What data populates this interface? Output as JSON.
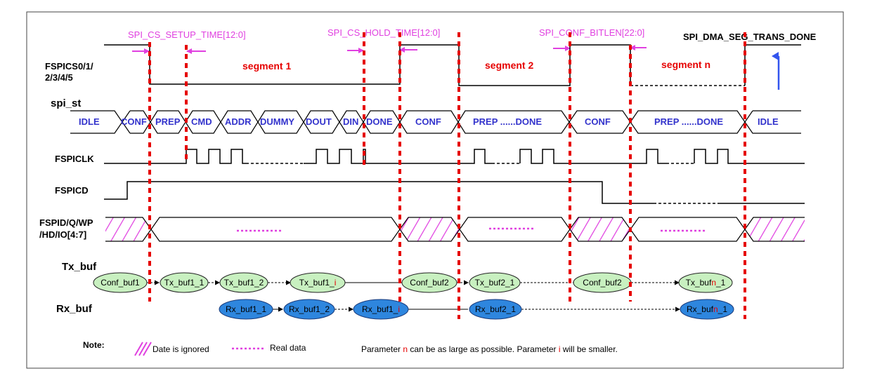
{
  "params": {
    "setup": "SPI_CS_SETUP_TIME[12:0]",
    "hold": "SPI_CS_HOLD_TIME[12:0]",
    "bitlen": "SPI_CONF_BITLEN[22:0]",
    "dma_done": "SPI_DMA_SEG_TRANS_DONE"
  },
  "segments": {
    "s1": "segment 1",
    "s2": "segment 2",
    "sn": "segment n"
  },
  "signals": {
    "cs_line1": "FSPICS0/1/",
    "cs_line2": "2/3/4/5",
    "spi_st": "spi_st",
    "clk": "FSPICLK",
    "cd": "FSPICD",
    "data_line1": "FSPID/Q/WP",
    "data_line2": "/HD/IO[4:7]",
    "tx_buf": "Tx_buf",
    "rx_buf": "Rx_buf"
  },
  "states": {
    "idle1": "IDLE",
    "conf1": "CONF",
    "prep1": "PREP",
    "cmd": "CMD",
    "addr": "ADDR",
    "dummy": "DUMMY",
    "dout": "DOUT",
    "din": "DIN",
    "done1": "DONE",
    "conf2": "CONF",
    "prepdone2": "PREP ......DONE",
    "conf3": "CONF",
    "prepdone3": "PREP ......DONE",
    "idle2": "IDLE"
  },
  "tx": {
    "conf_buf1": "Conf_buf1",
    "tx_buf1_1": "Tx_buf1_1",
    "tx_buf1_2": "Tx_buf1_2",
    "tx_buf1_i_base": "Tx_buf1_",
    "tx_buf1_i_sub": "i",
    "conf_buf2a": "Conf_buf2",
    "tx_buf2_1": "Tx_buf2_1",
    "conf_buf2b": "Conf_buf2",
    "tx_bufn_1_a": "Tx_buf",
    "tx_bufn_1_n": "n",
    "tx_bufn_1_b": "_1"
  },
  "rx": {
    "rx_buf1_1": "Rx_buf1_1",
    "rx_buf1_2": "Rx_buf1_2",
    "rx_buf1_i_base": "Rx_buf1_",
    "rx_buf1_i_sub": "i",
    "rx_buf2_1": "Rx_buf2_1",
    "rx_bufn_1_a": "Rx_buf",
    "rx_bufn_1_n": "n",
    "rx_bufn_1_b": "_1"
  },
  "note": {
    "label": "Note:",
    "ignored": "Date is ignored",
    "real": "Real data",
    "param_a": "Parameter ",
    "param_n": "n",
    "param_b": " can be as large as possible. Parameter ",
    "param_i": "i",
    "param_c": " will be smaller."
  },
  "colors": {
    "magenta": "#e040e0",
    "red": "#e60000",
    "blue": "#3333cc",
    "tx_fill": "#c8f0c0",
    "rx_fill": "#2e86de"
  }
}
